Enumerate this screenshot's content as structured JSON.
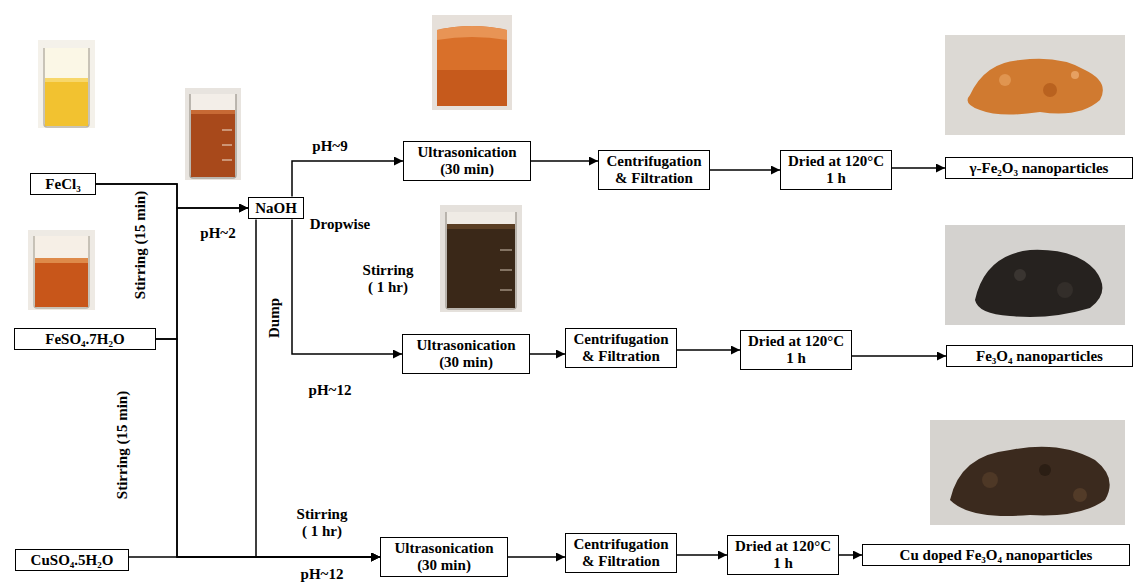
{
  "diagram": {
    "nodes": [
      {
        "text": [
          "FeCl₃"
        ]
      },
      {
        "text": [
          "FeSO₄.7H₂O"
        ]
      },
      {
        "text": [
          "NaOH"
        ]
      },
      {
        "text": [
          "Ultrasonication (30 min)"
        ]
      },
      {
        "text": [
          "Centrifugation & Filtration"
        ]
      },
      {
        "text": [
          "Dried at 120°C 1 h"
        ]
      },
      {
        "text": [
          "γ-Fe₂O₃ nanoparticles"
        ]
      },
      {
        "text": [
          "Ultrasonication (30 min)"
        ]
      },
      {
        "text": [
          "Centrifugation & Filtration"
        ]
      },
      {
        "text": [
          "Dried at 120°C 1 h"
        ]
      },
      {
        "text": [
          "Fe₃O₄ nanoparticles"
        ]
      },
      {
        "text": [
          "CuSO₄.5H₂O"
        ]
      },
      {
        "text": [
          "Ultrasonication (30 min)"
        ]
      },
      {
        "text": [
          "Centrifugation & Filtration"
        ]
      },
      {
        "text": [
          "Dried at 120°C 1 h"
        ]
      },
      {
        "text": [
          "Cu doped Fe₃O₄ nanoparticles"
        ]
      }
    ],
    "edges": [
      {
        "from": 0,
        "to": 2,
        "arrow": "to"
      },
      {
        "from": 1,
        "to": 2,
        "arrow": "to"
      },
      {
        "from": 2,
        "to": 3,
        "label": "pH~9",
        "arrow": "to"
      },
      {
        "from": 3,
        "to": 4,
        "arrow": "to"
      },
      {
        "from": 4,
        "to": 5,
        "arrow": "to"
      },
      {
        "from": 5,
        "to": 6,
        "arrow": "to"
      },
      {
        "from": 2,
        "to": 7,
        "label": "pH~12",
        "arrow": "to"
      },
      {
        "from": 7,
        "to": 8,
        "arrow": "to"
      },
      {
        "from": 8,
        "to": 9,
        "arrow": "to"
      },
      {
        "from": 9,
        "to": 10,
        "arrow": "to"
      },
      {
        "from": 0,
        "to": 12,
        "arrow": "to"
      },
      {
        "from": 1,
        "to": 12,
        "arrow": "to"
      },
      {
        "from": 2,
        "to": 12,
        "label": "Dump",
        "arrow": "to"
      },
      {
        "from": 11,
        "to": 12,
        "label": "pH~12",
        "arrow": "to"
      },
      {
        "from": 12,
        "to": 13,
        "arrow": "to"
      },
      {
        "from": 13,
        "to": 14,
        "arrow": "to"
      },
      {
        "from": 14,
        "to": 15,
        "arrow": "to"
      }
    ],
    "labels": [
      "Stirring (15 min)",
      "pH~2",
      "Dropwise",
      "Stirring ( 1 hr)",
      "Stirring (15 min)",
      "Stirring ( 1 hr)"
    ]
  }
}
